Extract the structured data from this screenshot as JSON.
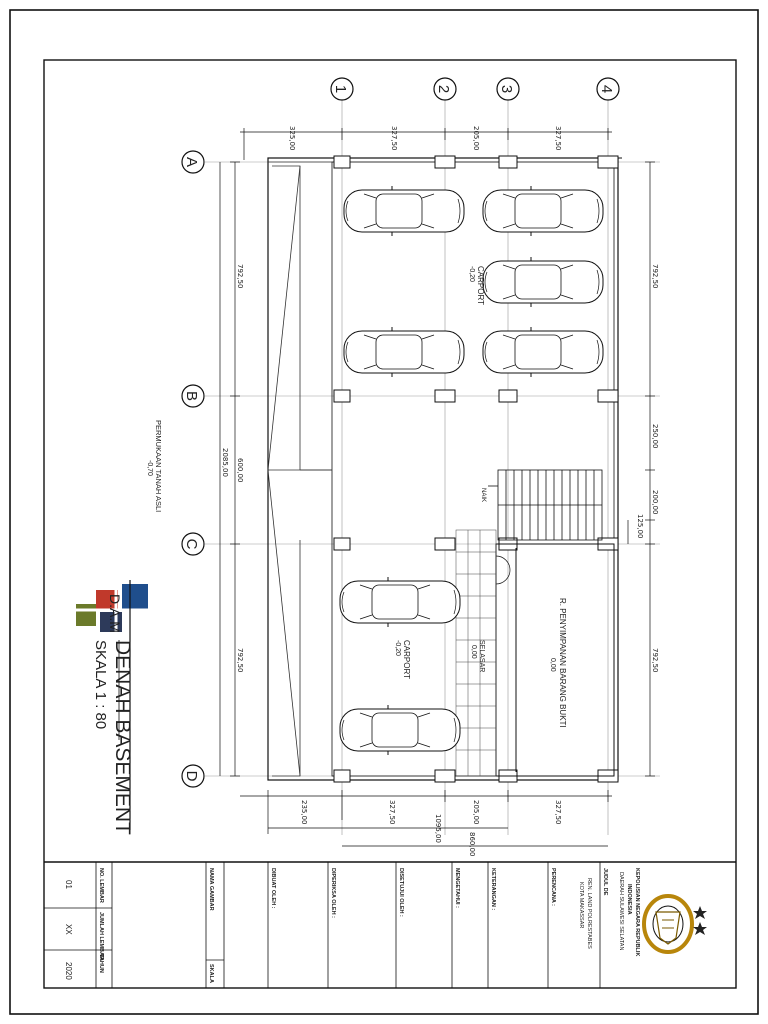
{
  "grid_labels": {
    "axis1": "1",
    "axis2": "2",
    "axis3": "3",
    "axis4": "4",
    "row_a": "A",
    "row_b": "B",
    "row_c": "C",
    "row_d": "D"
  },
  "dims_top": [
    "325,00",
    "327,50",
    "205,00",
    "327,50"
  ],
  "dims_bottom": [
    "235,00",
    "327,50",
    "205,00",
    "327,50",
    "1095,00",
    "860,00"
  ],
  "dims_left": [
    "792,50",
    "600,00",
    "792,50",
    "2085,00"
  ],
  "dims_right": [
    "792,50",
    "250,00",
    "200,00",
    "125,00",
    "792,50"
  ],
  "rooms": {
    "carport_top": "CARPORT",
    "carport_top_level": "-0,20",
    "carport_bottom": "CARPORT",
    "carport_bottom_level": "-0,20",
    "storage": "R. PENYIMPANAN BARANG BUKTI",
    "storage_level": "0,00",
    "hall": "SELASAR",
    "hall_level": "0,00",
    "stair_up": "NAIK"
  },
  "ground_note": "PERMUKAAN TANAH ASLI",
  "ground_level": "-0,70",
  "drawing_title": "DENAH BASEMENT",
  "drawing_scale": "SKALA 1 : 80",
  "logo_text": "D.A.M",
  "title_block": {
    "org_line1": "KEPOLISIAN NEGARA REPUBLIK",
    "org_line2": "INDONESIA",
    "org_line3": "DAERAH SULAWESI SELATAN",
    "project_label": "JUDUL DE",
    "project_line1": "REN. LAND POLRESTABES",
    "project_line2": "KOTA MAKASSAR",
    "field_perencana": "PERENCANA :",
    "field_keterangan": "KETERANGAN :",
    "field_mengetahui": "MENGETAHUI :",
    "field_disetujui": "DISETUJUI OLEH :",
    "field_diperiksa": "DIPERIKSA OLEH :",
    "field_dibuat": "DIBUAT OLEH :",
    "field_nama": "NAMA GAMBAR",
    "field_skala": "SKALA",
    "col_no": "NO. LEMBAR",
    "col_jumlah": "JUMLAH LEMBAR",
    "col_tahun": "TAHUN",
    "val_no": "01",
    "val_jumlah": "XX",
    "val_tahun": "2020"
  },
  "colors": {
    "line": "#1a1a1a",
    "gold": "#b8860b",
    "logo_blue": "#1f4e8c",
    "logo_red": "#c0392b",
    "logo_olive": "#6b7a2a"
  }
}
